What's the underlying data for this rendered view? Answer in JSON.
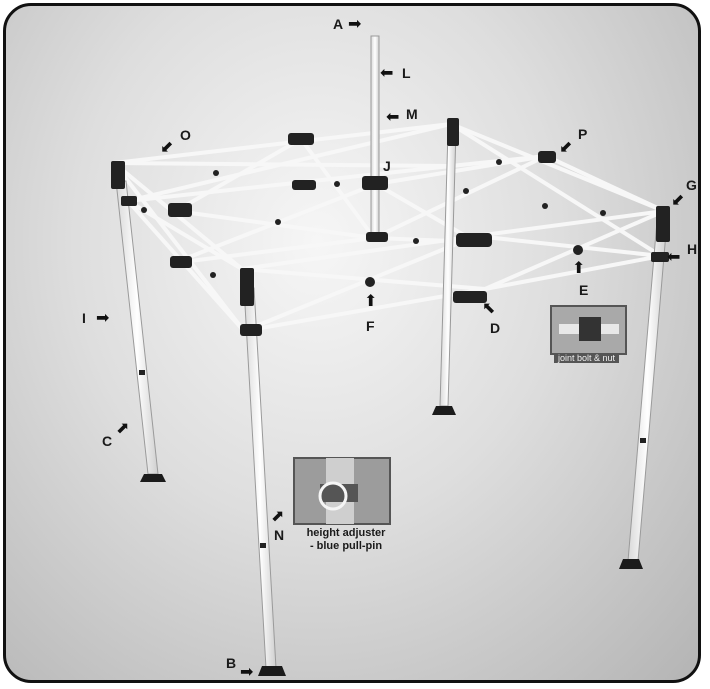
{
  "labels": {
    "A": "A",
    "B": "B",
    "C": "C",
    "D": "D",
    "E": "E",
    "F": "F",
    "G": "G",
    "H": "H",
    "I": "I",
    "J": "J",
    "L": "L",
    "M": "M",
    "N": "N",
    "O": "O",
    "P": "P"
  },
  "insets": {
    "height_adjuster": {
      "caption_line1": "height adjuster",
      "caption_line2": "- blue pull-pin"
    },
    "bolt": {
      "caption": "joint bolt & nut"
    }
  },
  "colors": {
    "frame_border": "#111111",
    "pipe": "#f4f4f4",
    "connector": "#222222",
    "label": "#1a1a1a"
  }
}
